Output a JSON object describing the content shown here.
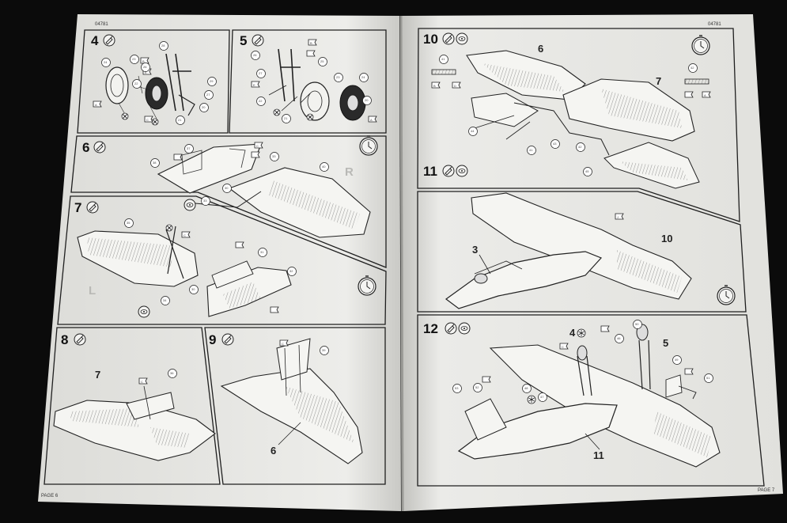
{
  "document": {
    "header_codes": [
      "04781",
      "04781"
    ],
    "footers": [
      "PAGE 6",
      "PAGE 7"
    ]
  },
  "steps": [
    {
      "number": "4",
      "parts": [
        "20",
        "21",
        "22",
        "23",
        "24",
        "26",
        "27",
        "28",
        "29",
        "A",
        "B",
        "C",
        "E"
      ]
    },
    {
      "number": "5",
      "parts": [
        "20",
        "21",
        "22",
        "23",
        "24",
        "25",
        "26",
        "27",
        "B",
        "E",
        "A"
      ]
    },
    {
      "number": "6",
      "parts": [
        "37",
        "38",
        "33",
        "30",
        "40",
        "C"
      ],
      "side_letter": "R"
    },
    {
      "number": "7",
      "parts": [
        "35",
        "34",
        "30",
        "31",
        "32",
        "C"
      ],
      "side_letter": "L"
    },
    {
      "number": "8",
      "parts": [
        "36",
        "C"
      ],
      "callouts": [
        "7"
      ]
    },
    {
      "number": "9",
      "parts": [
        "39",
        "C"
      ],
      "callouts": [
        "6"
      ]
    },
    {
      "number": "10",
      "parts": [
        "41",
        "42",
        "43",
        "44",
        "45",
        "B",
        "D",
        "A"
      ],
      "callouts": [
        "6",
        "7"
      ]
    },
    {
      "number": "11",
      "parts": [
        "J"
      ],
      "callouts": [
        "3",
        "10"
      ]
    },
    {
      "number": "12",
      "parts": [
        "46",
        "47",
        "48",
        "49",
        "50",
        "51",
        "52",
        "53",
        "C"
      ],
      "callouts": [
        "4",
        "5",
        "11"
      ]
    }
  ],
  "icons": {
    "glue": "glue-tube-icon",
    "paint": "paint-circle-icon",
    "clock": "wait-clock-icon",
    "asterisk": "asterisk-icon"
  },
  "colors": {
    "paper": "#e9e9e6",
    "ink": "#1a1a1a",
    "background": "#0b0b0b"
  }
}
